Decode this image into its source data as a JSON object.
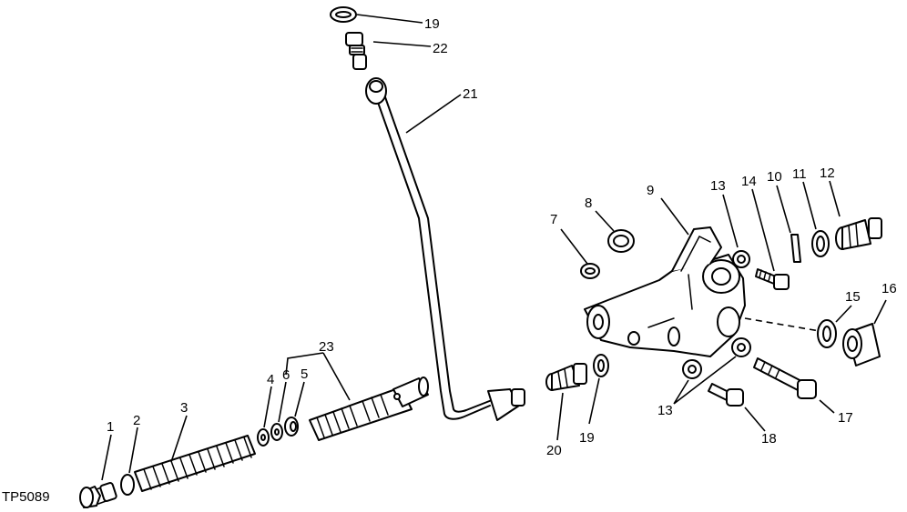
{
  "figure_id": "TP5089",
  "callouts": [
    "1",
    "2",
    "3",
    "4",
    "6",
    "5",
    "23",
    "21",
    "22",
    "19",
    "7",
    "8",
    "9",
    "13",
    "14",
    "10",
    "11",
    "12",
    "15",
    "16",
    "17",
    "18",
    "13",
    "20",
    "19"
  ]
}
